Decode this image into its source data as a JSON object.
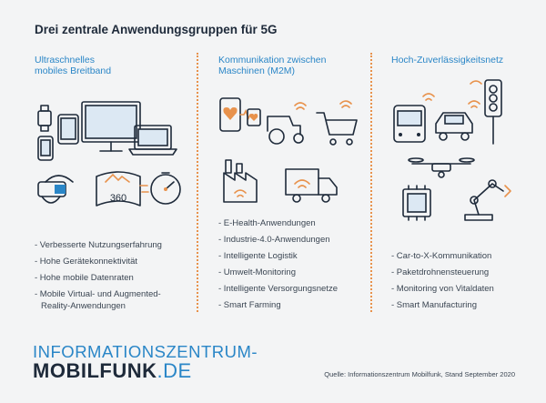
{
  "title": "Drei zentrale Anwendungsgruppen für 5G",
  "columns": [
    {
      "heading": "Ultraschnelles\nmobiles Breitband",
      "bullets": [
        "- Verbesserte Nutzungserfahrung",
        "- Hohe Gerätekonnektivität",
        "- Hohe mobile Datenraten",
        "- Mobile Virtual- und Augmented-\nReality-Anwendungen"
      ],
      "badge": "360"
    },
    {
      "heading": "Kommunikation zwischen\nMaschinen (M2M)",
      "bullets": [
        "- E-Health-Anwendungen",
        "- Industrie-4.0-Anwendungen",
        "- Intelligente Logistik",
        "- Umwelt-Monitoring",
        "- Intelligente Versorgungsnetze",
        "- Smart Farming"
      ]
    },
    {
      "heading": "Hoch-Zuverlässigkeitsnetz",
      "bullets": [
        "- Car-to-X-Kommunikation",
        "- Paketdrohnensteuerung",
        "- Monitoring von Vitaldaten",
        "- Smart Manufacturing"
      ]
    }
  ],
  "logo": {
    "line1": "INFORMATIONSZENTRUM-",
    "line2_bold": "MOBILFUNK",
    "line2_suffix": ".DE"
  },
  "source": "Quelle: Informationszentrum Mobilfunk, Stand September 2020",
  "colors": {
    "accent_blue": "#2a86c7",
    "accent_orange": "#e8924c",
    "dark": "#1e2a3a",
    "background": "#f3f4f5"
  }
}
